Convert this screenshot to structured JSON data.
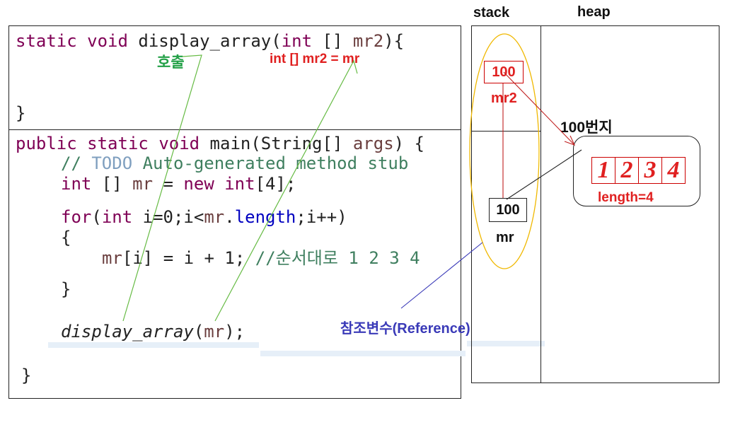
{
  "code": {
    "display_sig": {
      "kw1": "static",
      "kw2": "void",
      "name": "display_array(",
      "kw3": "int",
      "brackets": " [] ",
      "param": "mr2",
      "end": "){"
    },
    "display_close": "}",
    "main_sig": {
      "kw1": "public",
      "kw2": "static",
      "kw3": "void",
      "rest": " main(String[] ",
      "param": "args",
      "end": ") {"
    },
    "comment_prefix": "// ",
    "comment_todo": "TODO",
    "comment_rest": " Auto-generated method stub",
    "decl": {
      "kw": "int",
      "mid": " [] ",
      "var": "mr",
      "eq": " = ",
      "new": "new",
      "sp": " ",
      "kw2": "int",
      "dim": "[4];"
    },
    "for_line": {
      "kw": "for",
      "open": "(",
      "kw2": "int",
      "mid1": " i=0;i<",
      "var": "mr",
      "dot": ".",
      "field": "length",
      "end": ";i++)"
    },
    "open_brace": "{",
    "assign": {
      "var": "mr",
      "rest": "[i] = i + 1; ",
      "comment": "//순서대로 1 2 3 4"
    },
    "close_brace": "}",
    "call": {
      "name": "display_array",
      "open": "(",
      "var": "mr",
      "end": ");"
    },
    "main_close": "}"
  },
  "annotations": {
    "call_label": "호출",
    "param_assign": "int [] mr2 = mr",
    "reference_var": "참조변수(Reference)"
  },
  "memory": {
    "stack_title": "stack",
    "heap_title": "heap",
    "mr2_value": "100",
    "mr2_label": "mr2",
    "mr_value": "100",
    "mr_label": "mr",
    "address_label": "100번지",
    "array_values": [
      "1",
      "2",
      "3",
      "4"
    ],
    "length_label": "length=4"
  },
  "colors": {
    "call_label": "#22a046",
    "red_text": "#e02020",
    "reference": "#3a3ab8",
    "ellipse": "#f0b800",
    "green_line": "#66bb44"
  }
}
